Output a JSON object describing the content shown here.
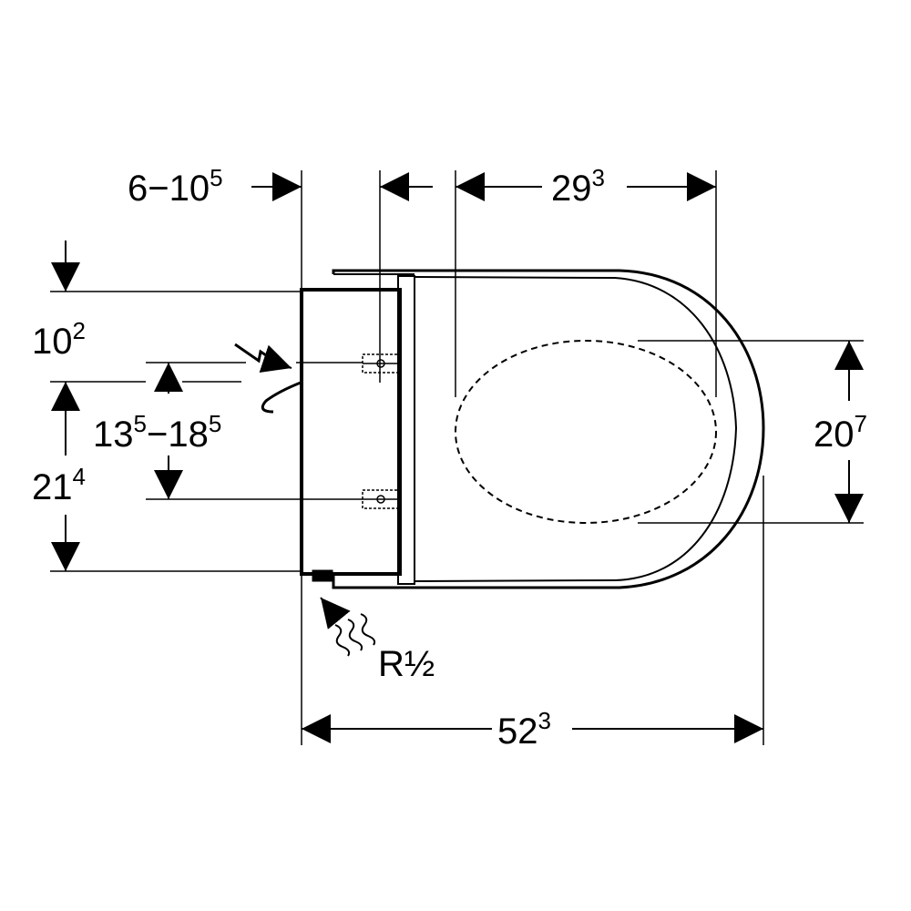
{
  "colors": {
    "stroke": "#000000",
    "background": "#ffffff"
  },
  "icons": {
    "power": "lightning-bolt-icon",
    "water": "water-inlet-icon"
  },
  "dimensions": {
    "installation_depth": {
      "main": "6−10",
      "sup": "5"
    },
    "seat_opening_length": {
      "main": "29",
      "sup": "3"
    },
    "top_offset": {
      "main": "10",
      "sup": "2"
    },
    "power_height_range": {
      "main1": "13",
      "sup1": "5",
      "sep": "−18",
      "sup2": "5"
    },
    "bowl_height": {
      "main": "21",
      "sup": "4"
    },
    "seat_opening_width": {
      "main": "20",
      "sup": "7"
    },
    "total_length": {
      "main": "52",
      "sup": "3"
    },
    "water_connection": "R½"
  }
}
